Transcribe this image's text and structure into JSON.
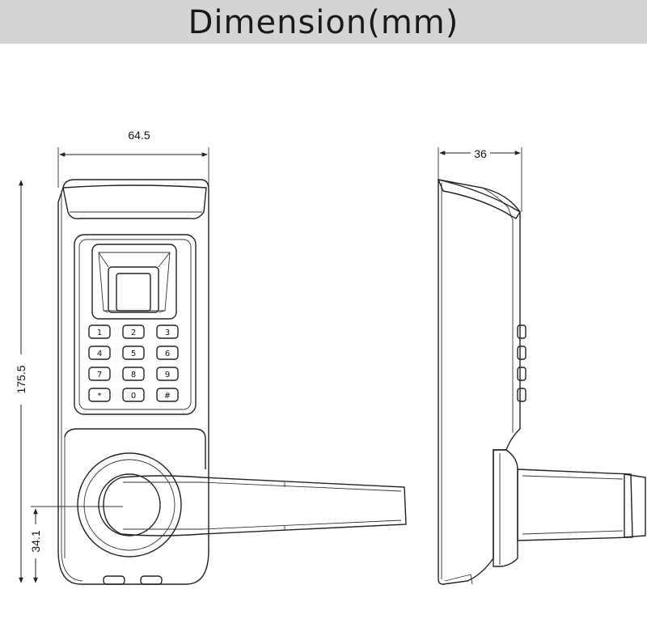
{
  "header": {
    "title": "Dimension(mm)"
  },
  "dimensions": {
    "front_width": "64.5",
    "side_depth": "36",
    "total_height": "175.5",
    "handle_height": "34.1"
  },
  "keypad": {
    "keys": [
      "1",
      "2",
      "3",
      "4",
      "5",
      "6",
      "7",
      "8",
      "9",
      "*",
      "0",
      "#"
    ]
  }
}
